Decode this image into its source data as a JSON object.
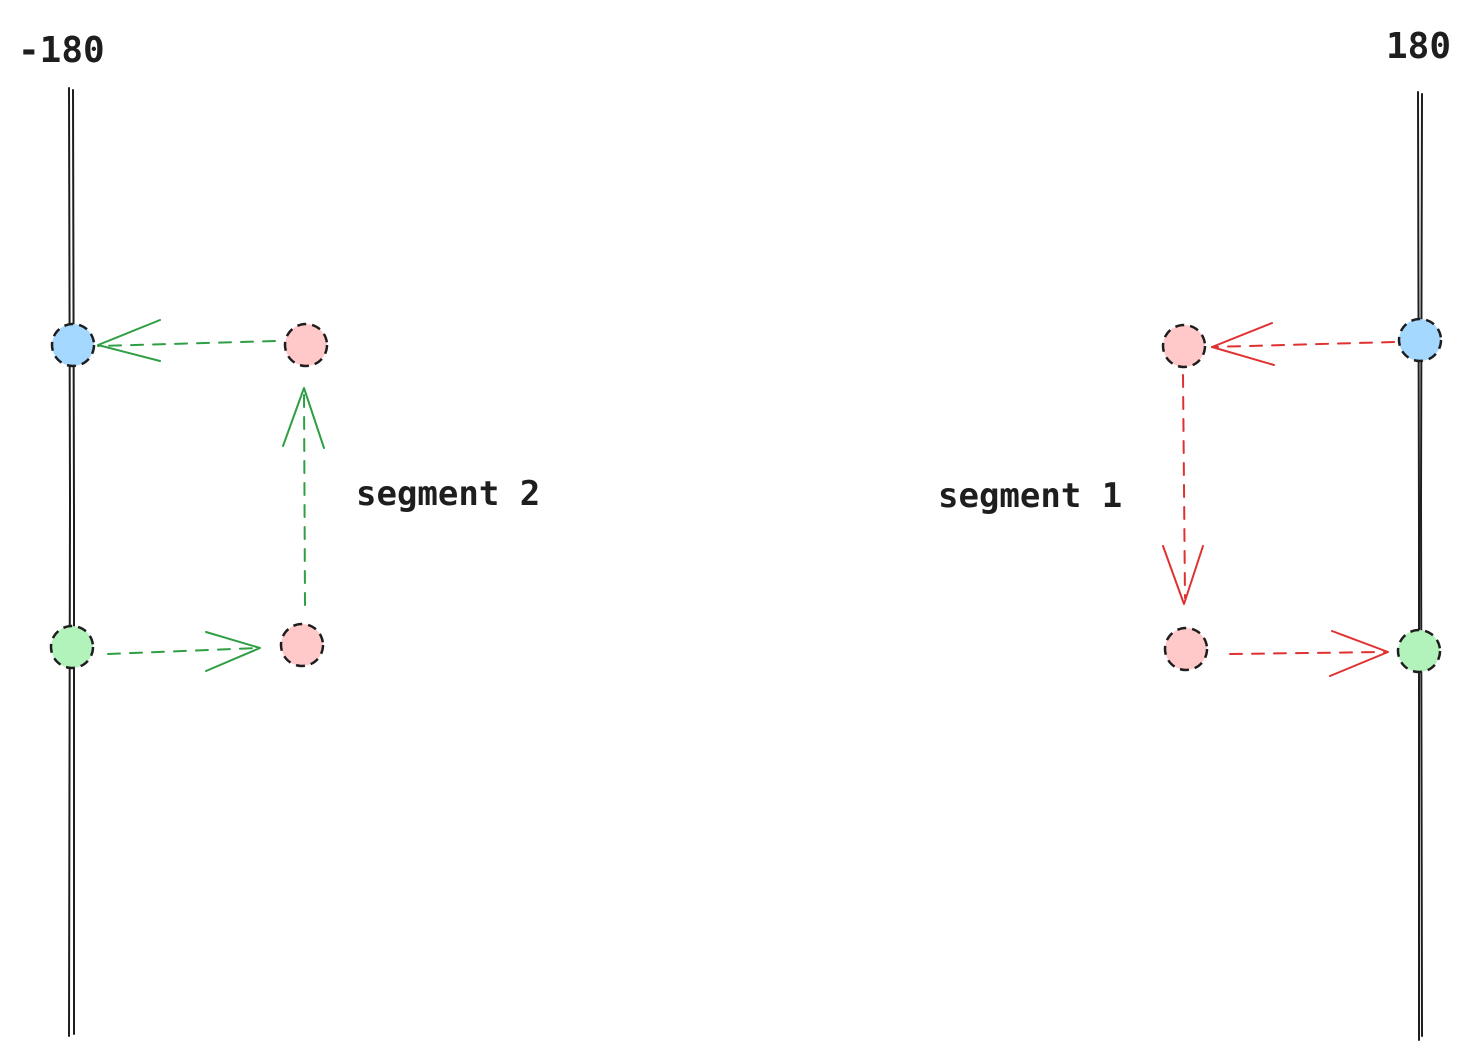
{
  "boundaries": {
    "left_label": "-180",
    "right_label": "180"
  },
  "segments": [
    {
      "label": "segment 2",
      "color": "#2f9e44"
    },
    {
      "label": "segment 1",
      "color": "#e03131"
    }
  ],
  "colors": {
    "line": "#1e1e1e",
    "point_red": "#ffc9c9",
    "point_blue": "#a5d8ff",
    "point_green": "#b2f2bb",
    "point_outline": "#1e1e1e"
  }
}
